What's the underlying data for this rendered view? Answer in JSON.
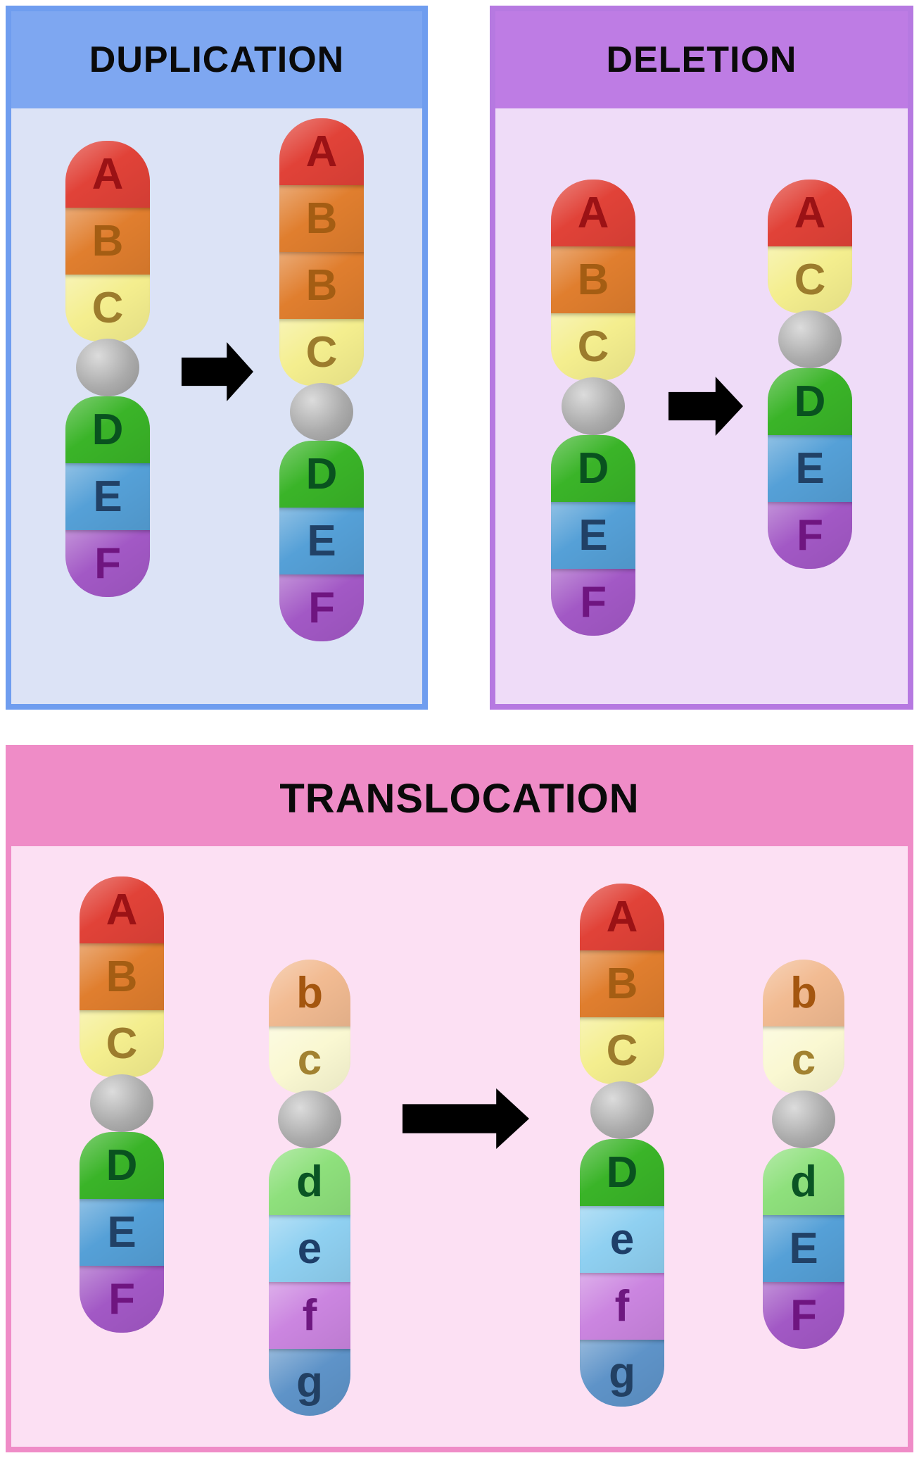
{
  "panels": [
    {
      "id": "duplication",
      "title": "DUPLICATION",
      "header_bg": "#7EA7F1",
      "body_bg": "#DCE3F6",
      "border": "#6F9DEF"
    },
    {
      "id": "deletion",
      "title": "DELETION",
      "header_bg": "#BE7CE4",
      "body_bg": "#EFDCF8",
      "border": "#B679E1"
    },
    {
      "id": "translocation",
      "title": "TRANSLOCATION",
      "header_bg": "#EF8CC7",
      "body_bg": "#FCE0F3",
      "border": "#EF8CC7"
    }
  ],
  "segment_styles": {
    "A": {
      "bg": "#E14238",
      "fg": "#9B1215"
    },
    "B": {
      "bg": "#E07E2E",
      "fg": "#A45D13"
    },
    "C": {
      "bg": "#F4EE8E",
      "fg": "#9C7C2D"
    },
    "D": {
      "bg": "#3AB428",
      "fg": "#09521F"
    },
    "E": {
      "bg": "#55A0D7",
      "fg": "#214166"
    },
    "F": {
      "bg": "#A258C5",
      "fg": "#6F1580"
    },
    "b": {
      "bg": "#F2BB92",
      "fg": "#A4560F"
    },
    "c": {
      "bg": "#FAF8D2",
      "fg": "#A28231"
    },
    "d": {
      "bg": "#8EE07C",
      "fg": "#0A5424"
    },
    "e": {
      "bg": "#8FD0F1",
      "fg": "#1E3E68"
    },
    "f": {
      "bg": "#CB85E0",
      "fg": "#6E1880"
    },
    "g": {
      "bg": "#5E93C8",
      "fg": "#224063"
    }
  },
  "centromere": {
    "color_light": "#DCDCDC",
    "color_base": "#ABABAB",
    "color_dark": "#8E8E8E"
  },
  "arrow_color": "#000000",
  "chromosomes": [
    {
      "id": "duplication-before",
      "panel": "duplication",
      "top_arm": [
        "A",
        "B",
        "C"
      ],
      "bottom_arm": [
        "D",
        "E",
        "F"
      ]
    },
    {
      "id": "duplication-after",
      "panel": "duplication",
      "top_arm": [
        "A",
        "B",
        "B",
        "C"
      ],
      "bottom_arm": [
        "D",
        "E",
        "F"
      ]
    },
    {
      "id": "deletion-before",
      "panel": "deletion",
      "top_arm": [
        "A",
        "B",
        "C"
      ],
      "bottom_arm": [
        "D",
        "E",
        "F"
      ]
    },
    {
      "id": "deletion-after",
      "panel": "deletion",
      "top_arm": [
        "A",
        "C"
      ],
      "bottom_arm": [
        "D",
        "E",
        "F"
      ]
    },
    {
      "id": "translocation-before-1",
      "panel": "translocation",
      "top_arm": [
        "A",
        "B",
        "C"
      ],
      "bottom_arm": [
        "D",
        "E",
        "F"
      ]
    },
    {
      "id": "translocation-before-2",
      "panel": "translocation",
      "top_arm": [
        "b",
        "c"
      ],
      "bottom_arm": [
        "d",
        "e",
        "f",
        "g"
      ]
    },
    {
      "id": "translocation-after-1",
      "panel": "translocation",
      "top_arm": [
        "A",
        "B",
        "C"
      ],
      "bottom_arm": [
        "D",
        "e",
        "f",
        "g"
      ]
    },
    {
      "id": "translocation-after-2",
      "panel": "translocation",
      "top_arm": [
        "b",
        "c"
      ],
      "bottom_arm": [
        "d",
        "E",
        "F"
      ]
    }
  ],
  "arrows": [
    {
      "id": "duplication-arrow",
      "panel": "duplication"
    },
    {
      "id": "deletion-arrow",
      "panel": "deletion"
    },
    {
      "id": "translocation-arrow",
      "panel": "translocation"
    }
  ]
}
